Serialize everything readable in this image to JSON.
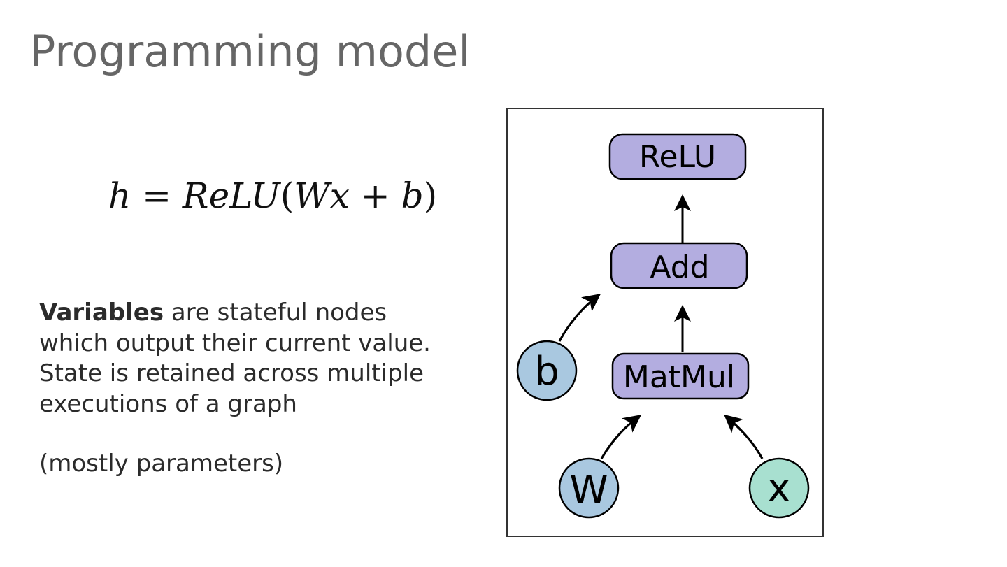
{
  "slide": {
    "title": "Programming model",
    "formula": {
      "lhs": "h",
      "eq": "=",
      "fn": "ReLU",
      "open": "(",
      "w": "W",
      "x": "x",
      "plus": "+",
      "b": "b",
      "close": ")"
    },
    "description": {
      "bold": "Variables",
      "rest": " are stateful nodes which output their current value. State is retained across multiple executions of a graph"
    },
    "note": "(mostly parameters)"
  },
  "graph": {
    "colors": {
      "op": "#b3ade0",
      "variable": "#a9c8e0",
      "input": "#a8e0d0",
      "stroke": "#000000",
      "frame": "#333333"
    },
    "nodes": {
      "relu": "ReLU",
      "add": "Add",
      "matmul": "MatMul",
      "b": "b",
      "w": "W",
      "x": "x"
    }
  }
}
